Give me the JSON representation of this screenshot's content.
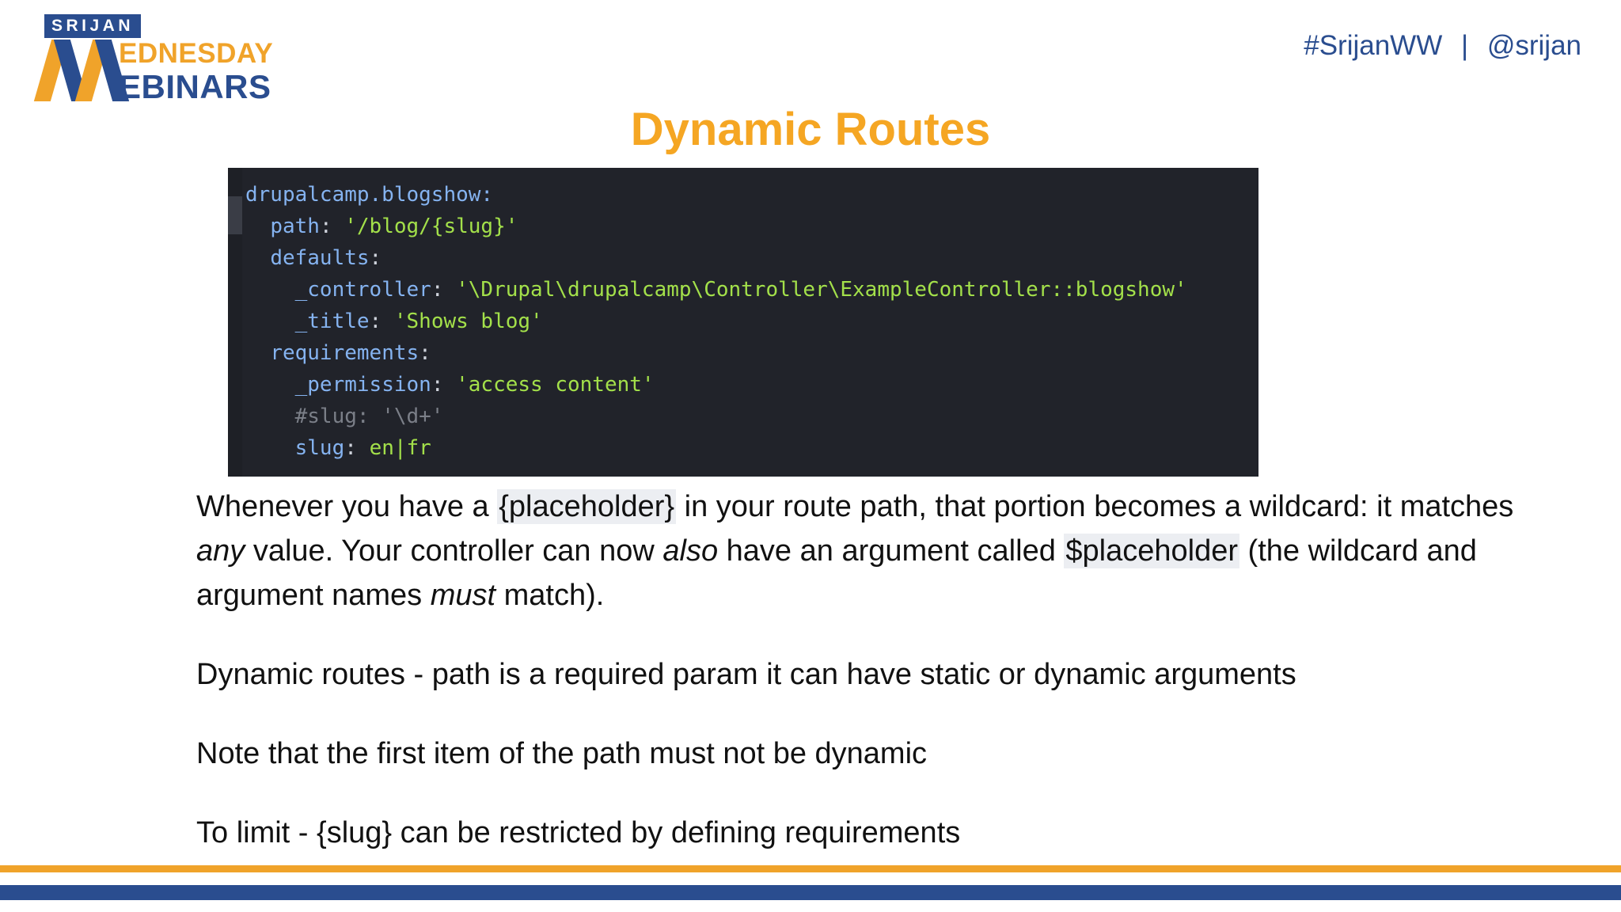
{
  "header": {
    "logo": {
      "brand": "SRIJAN",
      "word_top": "EDNESDAY",
      "word_bottom": "EBINARS",
      "mark": "stylized-w"
    },
    "hashtag": "#SrijanWW",
    "separator": "|",
    "handle": "@srijan"
  },
  "title": "Dynamic Routes",
  "code": {
    "language": "yaml",
    "lines": [
      {
        "indent": 0,
        "tokens": [
          {
            "t": "drupalcamp.blogshow:",
            "c": "key"
          }
        ]
      },
      {
        "indent": 1,
        "tokens": [
          {
            "t": "path",
            "c": "key"
          },
          {
            "t": ": ",
            "c": "plain"
          },
          {
            "t": "'/blog/{slug}'",
            "c": "str"
          }
        ]
      },
      {
        "indent": 1,
        "tokens": [
          {
            "t": "defaults",
            "c": "key"
          },
          {
            "t": ":",
            "c": "plain"
          }
        ]
      },
      {
        "indent": 2,
        "tokens": [
          {
            "t": "_controller",
            "c": "key"
          },
          {
            "t": ": ",
            "c": "plain"
          },
          {
            "t": "'\\Drupal\\drupalcamp\\Controller\\ExampleController::blogshow'",
            "c": "str"
          }
        ]
      },
      {
        "indent": 2,
        "tokens": [
          {
            "t": "_title",
            "c": "key"
          },
          {
            "t": ": ",
            "c": "plain"
          },
          {
            "t": "'Shows blog'",
            "c": "str"
          }
        ]
      },
      {
        "indent": 1,
        "tokens": [
          {
            "t": "requirements",
            "c": "key"
          },
          {
            "t": ":",
            "c": "plain"
          }
        ]
      },
      {
        "indent": 2,
        "tokens": [
          {
            "t": "_permission",
            "c": "key"
          },
          {
            "t": ": ",
            "c": "plain"
          },
          {
            "t": "'access content'",
            "c": "str"
          }
        ]
      },
      {
        "indent": 2,
        "tokens": [
          {
            "t": "#slug: '\\d+'",
            "c": "com"
          }
        ]
      },
      {
        "indent": 2,
        "tokens": [
          {
            "t": "slug",
            "c": "key"
          },
          {
            "t": ": ",
            "c": "plain"
          },
          {
            "t": "en|fr",
            "c": "str"
          }
        ]
      }
    ]
  },
  "body": {
    "paragraphs": [
      {
        "id": "placeholder-explanation",
        "runs": [
          {
            "t": "Whenever you have a ",
            "s": "normal"
          },
          {
            "t": "{placeholder}",
            "s": "highlight"
          },
          {
            "t": " in your route path, that portion becomes a wildcard: it matches ",
            "s": "normal"
          },
          {
            "t": "any",
            "s": "italic"
          },
          {
            "t": " value. Your controller can now ",
            "s": "normal"
          },
          {
            "t": "also",
            "s": "italic"
          },
          {
            "t": " have an argument called ",
            "s": "normal"
          },
          {
            "t": "$placeholder",
            "s": "highlight"
          },
          {
            "t": " (the wildcard and argument names ",
            "s": "normal"
          },
          {
            "t": "must",
            "s": "italic"
          },
          {
            "t": " match).",
            "s": "normal"
          }
        ]
      },
      {
        "id": "dynamic-routes-note",
        "runs": [
          {
            "t": "Dynamic routes - path is a required param it can have static or dynamic arguments",
            "s": "normal"
          }
        ]
      },
      {
        "id": "first-item-note",
        "runs": [
          {
            "t": "Note that the first item of the path must not be dynamic",
            "s": "normal"
          }
        ]
      },
      {
        "id": "limit-note",
        "runs": [
          {
            "t": "To limit - {slug} can be restricted by defining requirements",
            "s": "normal"
          }
        ]
      }
    ]
  },
  "colors": {
    "brand_blue": "#2a4d8f",
    "brand_orange": "#f0a32a",
    "title_orange": "#f5a623",
    "code_background": "#21232a",
    "code_key": "#85b3f0",
    "code_string": "#a3e04a",
    "code_comment": "#7b7f88",
    "text": "#111111",
    "highlight": "#eceef2"
  }
}
